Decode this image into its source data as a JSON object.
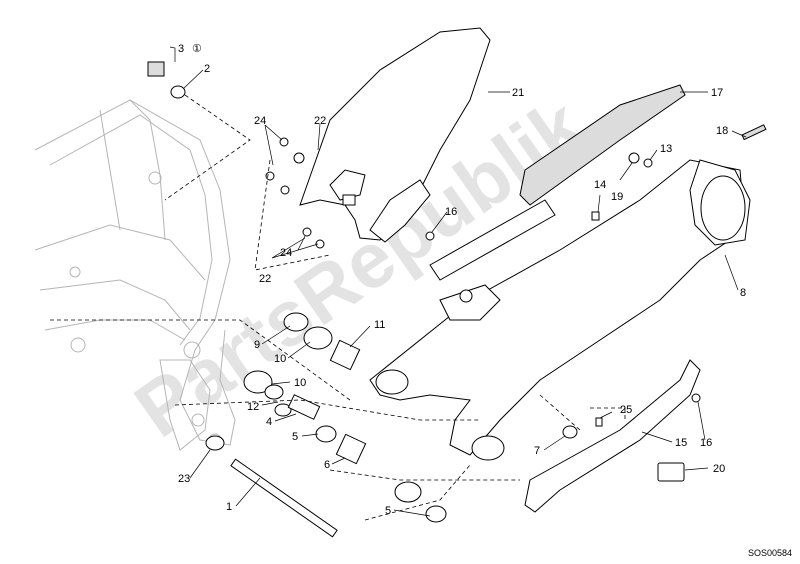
{
  "watermark": "PartsRepublik",
  "diagram_code": "SOS00584",
  "callouts": [
    {
      "id": "c3",
      "text": "3"
    },
    {
      "id": "c3note",
      "text": "①"
    },
    {
      "id": "c2",
      "text": "2"
    },
    {
      "id": "c24a",
      "text": "24"
    },
    {
      "id": "c22a",
      "text": "22"
    },
    {
      "id": "c21",
      "text": "21"
    },
    {
      "id": "c17",
      "text": "17"
    },
    {
      "id": "c18",
      "text": "18"
    },
    {
      "id": "c13",
      "text": "13"
    },
    {
      "id": "c19",
      "text": "19"
    },
    {
      "id": "c14",
      "text": "14"
    },
    {
      "id": "c16a",
      "text": "16"
    },
    {
      "id": "c24b",
      "text": "24"
    },
    {
      "id": "c22b",
      "text": "22"
    },
    {
      "id": "c8",
      "text": "8"
    },
    {
      "id": "c9",
      "text": "9"
    },
    {
      "id": "c11",
      "text": "11"
    },
    {
      "id": "c10a",
      "text": "10"
    },
    {
      "id": "c10b",
      "text": "10"
    },
    {
      "id": "c12",
      "text": "12"
    },
    {
      "id": "c4",
      "text": "4"
    },
    {
      "id": "c5a",
      "text": "5"
    },
    {
      "id": "c6",
      "text": "6"
    },
    {
      "id": "c25",
      "text": "25"
    },
    {
      "id": "c7",
      "text": "7"
    },
    {
      "id": "c15",
      "text": "15"
    },
    {
      "id": "c16b",
      "text": "16"
    },
    {
      "id": "c23",
      "text": "23"
    },
    {
      "id": "c1",
      "text": "1"
    },
    {
      "id": "c5b",
      "text": "5"
    },
    {
      "id": "c20",
      "text": "20"
    }
  ]
}
